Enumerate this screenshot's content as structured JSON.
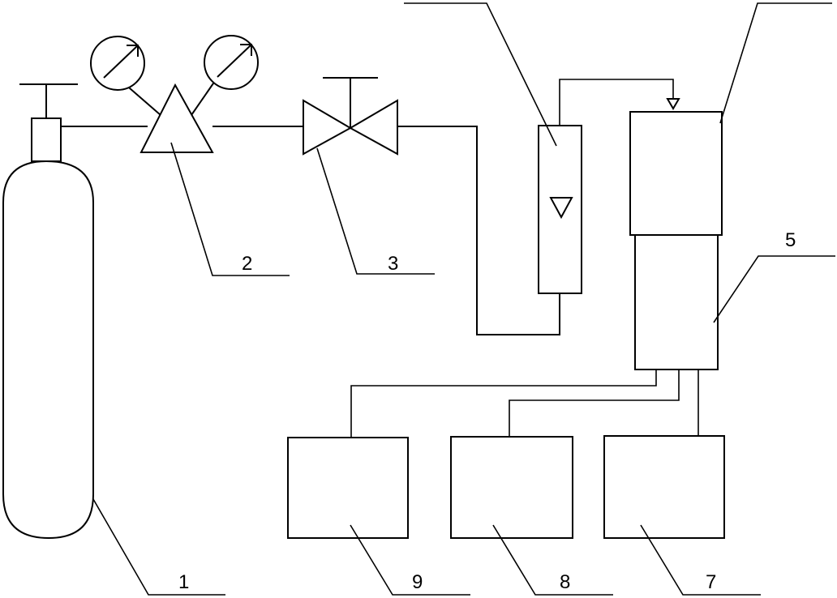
{
  "labels": {
    "l1": "1",
    "l2": "2",
    "l3": "3",
    "l5": "5",
    "l7": "7",
    "l8": "8",
    "l9": "9"
  }
}
